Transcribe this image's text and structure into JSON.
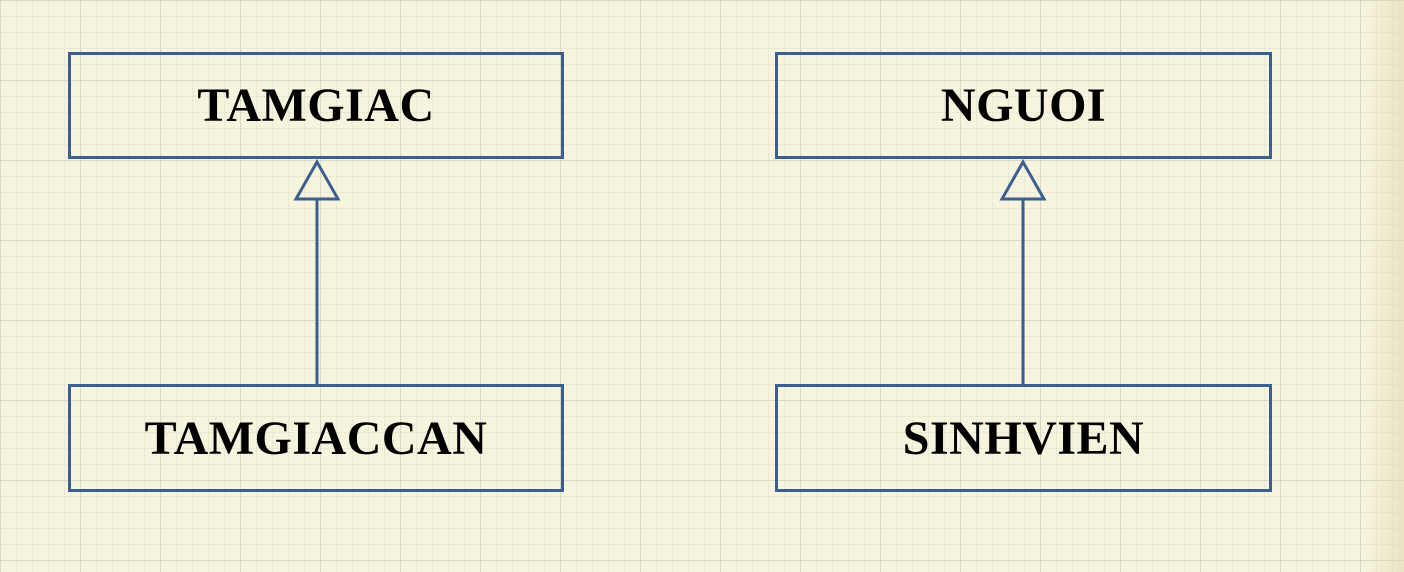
{
  "diagram": {
    "line_color": "#3b5f8f",
    "classes": {
      "tamgiac": "TAMGIAC",
      "tamgiaccan": "TAMGIACCAN",
      "nguoi": "NGUOI",
      "sinhvien": "SINHVIEN"
    },
    "relations": [
      {
        "type": "inheritance",
        "from": "TAMGIACCAN",
        "to": "TAMGIAC"
      },
      {
        "type": "inheritance",
        "from": "SINHVIEN",
        "to": "NGUOI"
      }
    ]
  }
}
